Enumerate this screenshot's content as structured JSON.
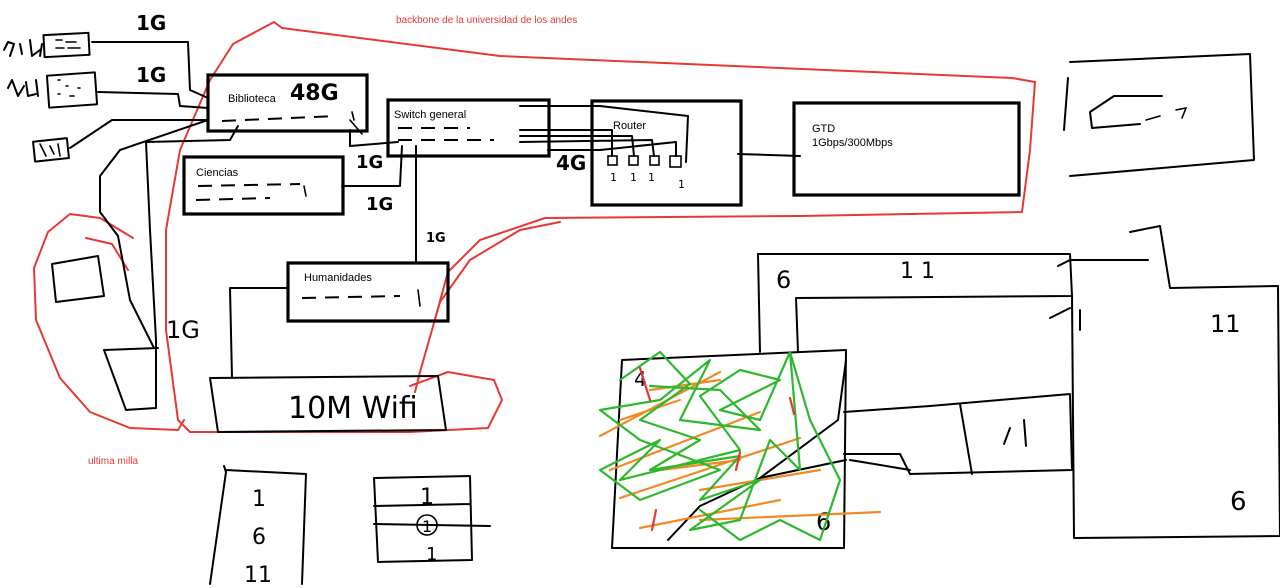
{
  "annotations": {
    "backbone": "backbone de la universidad de los andes",
    "last_mile": "ultima milla"
  },
  "nodes": {
    "biblioteca": "Biblioteca",
    "switch_general": "Switch general",
    "router": "Router",
    "gtd_name": "GTD",
    "gtd_speed": "1Gbps/300Mbps",
    "ciencias": "Ciencias",
    "humanidades": "Humanidades",
    "wifi": "10M Wifi"
  },
  "link_labels": {
    "top_link_1": "1G",
    "top_link_2": "1G",
    "biblioteca_capacity": "48G",
    "switch_to_biblioteca": "1G",
    "switch_to_ciencias": "1G",
    "switch_to_humanidades": "1G",
    "switch_to_router": "4G",
    "left_vertical": "1G"
  },
  "router_ports": [
    "1",
    "1",
    "1",
    "1"
  ],
  "sketch_numbers": {
    "block_a_top": "6",
    "block_a_right": "1 1",
    "block_b_right": "11",
    "block_b_bottom": "6",
    "block_c_left": "4",
    "block_c_bottom": "6",
    "stack_left": [
      "1",
      "6",
      "11"
    ],
    "stack_mid": [
      "1",
      "1",
      "1"
    ]
  },
  "colors": {
    "annotation": "#e53935",
    "scribble_green": "#2eb82e",
    "scribble_orange": "#f08a24",
    "stroke": "#000000"
  }
}
